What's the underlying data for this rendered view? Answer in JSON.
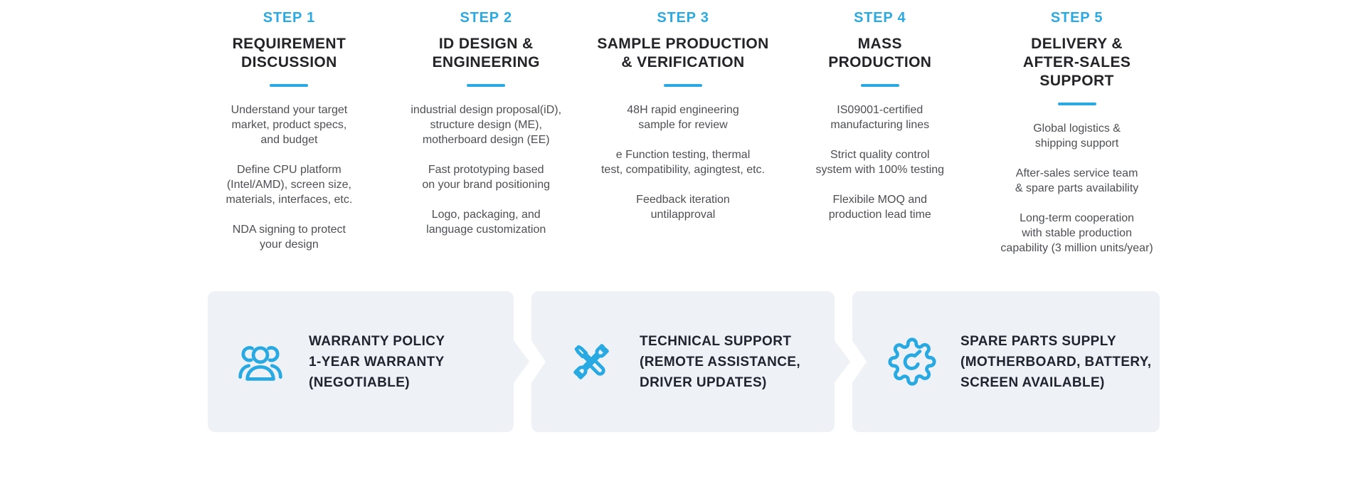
{
  "colors": {
    "accent_blue": "#2aa9e2",
    "heading_dark": "#232328",
    "body_gray": "#4d4f54",
    "card_background": "#eef1f6",
    "card_text": "#20242e",
    "page_background": "#ffffff"
  },
  "steps": [
    {
      "label": "STEP 1",
      "title": "REQUIREMENT\nDISCUSSION",
      "p1": "Understand your target\nmarket, product specs,\nand budget",
      "p2": "Define CPU platform\n(Intel/AMD), screen size,\nmaterials, interfaces, etc.",
      "p3": "NDA signing to protect\nyour design"
    },
    {
      "label": "STEP 2",
      "title": "ID DESIGN &\nENGINEERING",
      "p1": "industrial design proposal(iD),\nstructure design (ME),\nmotherboard design (EE)",
      "p2": "Fast prototyping based\non your brand positioning",
      "p3": "Logo, packaging, and\nlanguage customization"
    },
    {
      "label": "STEP 3",
      "title": "SAMPLE PRODUCTION\n& VERIFICATION",
      "p1": "48H rapid engineering\nsample for review",
      "p2": "e Function testing, thermal\ntest, compatibility, agingtest, etc.",
      "p3": "Feedback iteration\nuntilapproval"
    },
    {
      "label": "STEP 4",
      "title": "MASS\nPRODUCTION",
      "p1": "IS09001-certified\nmanufacturing lines",
      "p2": "Strict quality control\nsystem with 100% testing",
      "p3": "Flexibile MOQ and\nproduction lead time"
    },
    {
      "label": "STEP 5",
      "title": "DELIVERY &\nAFTER-SALES SUPPORT",
      "p1": "Global logistics &\nshipping support",
      "p2": "After-sales service team\n& spare parts availability",
      "p3": "Long-term cooperation\nwith stable production\ncapability (3 million units/year)"
    }
  ],
  "cards": [
    {
      "icon": "team-icon",
      "text": "WARRANTY POLICY\n1-YEAR WARRANTY\n(NEGOTIABLE)"
    },
    {
      "icon": "tools-icon",
      "text": "TECHNICAL SUPPORT\n(REMOTE ASSISTANCE,\nDRIVER UPDATES)"
    },
    {
      "icon": "gear-wrench-icon",
      "text": "SPARE PARTS SUPPLY\n(MOTHERBOARD, BATTERY,\nSCREEN AVAILABLE)"
    }
  ]
}
